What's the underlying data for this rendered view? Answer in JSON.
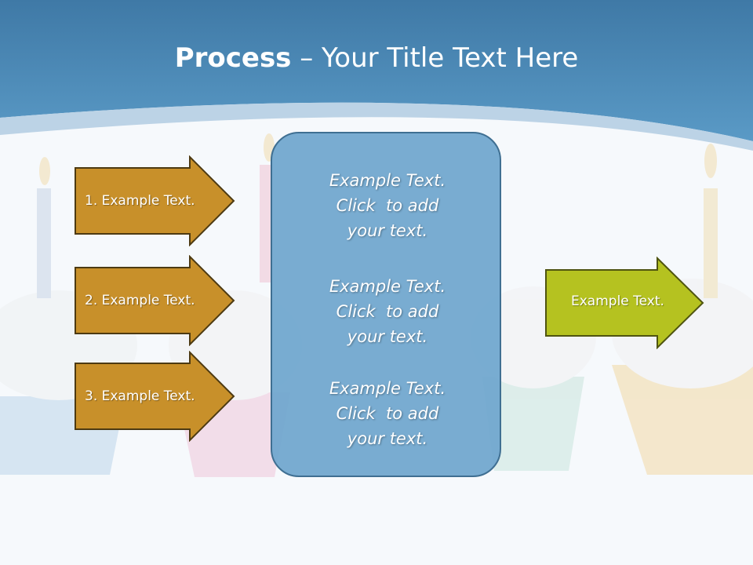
{
  "title": {
    "bold": "Process",
    "rest": " – Your Title Text Here"
  },
  "left_arrows": [
    {
      "label": "1. Example Text."
    },
    {
      "label": "2. Example Text."
    },
    {
      "label": "3. Example Text."
    }
  ],
  "center_box": {
    "paragraphs": [
      {
        "lines": [
          "Example Text.",
          "Click  to add",
          "your text."
        ]
      },
      {
        "lines": [
          "Example Text.",
          "Click  to add",
          "your text."
        ]
      },
      {
        "lines": [
          "Example Text.",
          "Click  to add",
          "your text."
        ]
      }
    ]
  },
  "right_arrow": {
    "label": "Example Text."
  },
  "colors": {
    "header_blue": "#4a86b4",
    "left_arrow_fill": "#c8902a",
    "right_arrow_fill": "#b5c220",
    "center_box_fill": "#6ea5cd"
  }
}
